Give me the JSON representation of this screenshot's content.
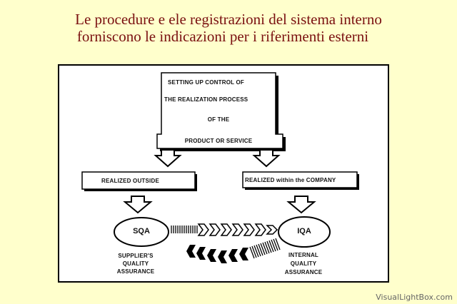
{
  "slide": {
    "title_line1": "Le procedure e ele registrazioni del sistema interno",
    "title_line2": "forniscono le indicazioni per i riferimenti esterni"
  },
  "diagram": {
    "top_box": {
      "line1": "SETTING UP CONTROL OF",
      "line2": "THE REALIZATION PROCESS",
      "line3": "OF THE",
      "line4": "PRODUCT OR SERVICE"
    },
    "left_box": "REALIZED OUTSIDE",
    "right_box": "REALIZED within the COMPANY",
    "sqa": {
      "label": "SQA",
      "caption_line1": "SUPPLIER'S",
      "caption_line2": "QUALITY",
      "caption_line3": "ASSURANCE"
    },
    "iqa": {
      "label": "IQA",
      "caption_line1": "INTERNAL",
      "caption_line2": "QUALITY",
      "caption_line3": "ASSURANCE"
    }
  },
  "watermark": "VisualLightBox.com"
}
